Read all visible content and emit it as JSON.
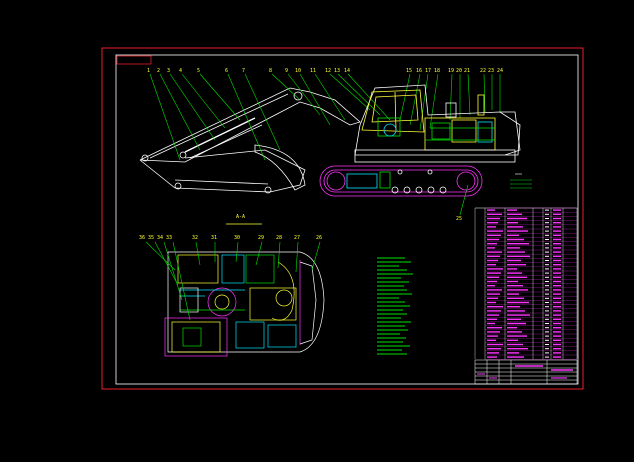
{
  "drawing": {
    "callouts_top": [
      "1",
      "2",
      "3",
      "4",
      "5",
      "6",
      "7",
      "8",
      "9",
      "10",
      "11",
      "12",
      "13",
      "14",
      "15",
      "16",
      "17",
      "18",
      "19",
      "20",
      "21",
      "22",
      "23",
      "24"
    ],
    "callouts_plan": [
      "36",
      "35",
      "34",
      "33",
      "32",
      "31",
      "30",
      "29",
      "28",
      "27",
      "26",
      "25"
    ],
    "callout_25": "25",
    "section_label": "A-A",
    "colors": {
      "background": "#000000",
      "outer_frame": "#e8202a",
      "inner_frame": "#ffffff",
      "outline": "#ffffff",
      "leader": "#00e000",
      "track": "#ff33ff",
      "cab": "#ffff33",
      "engine": "#ffff33",
      "hydraulic": "#00e5ff",
      "table_text": "#ff33ff",
      "notes_text": "#00e000"
    }
  }
}
